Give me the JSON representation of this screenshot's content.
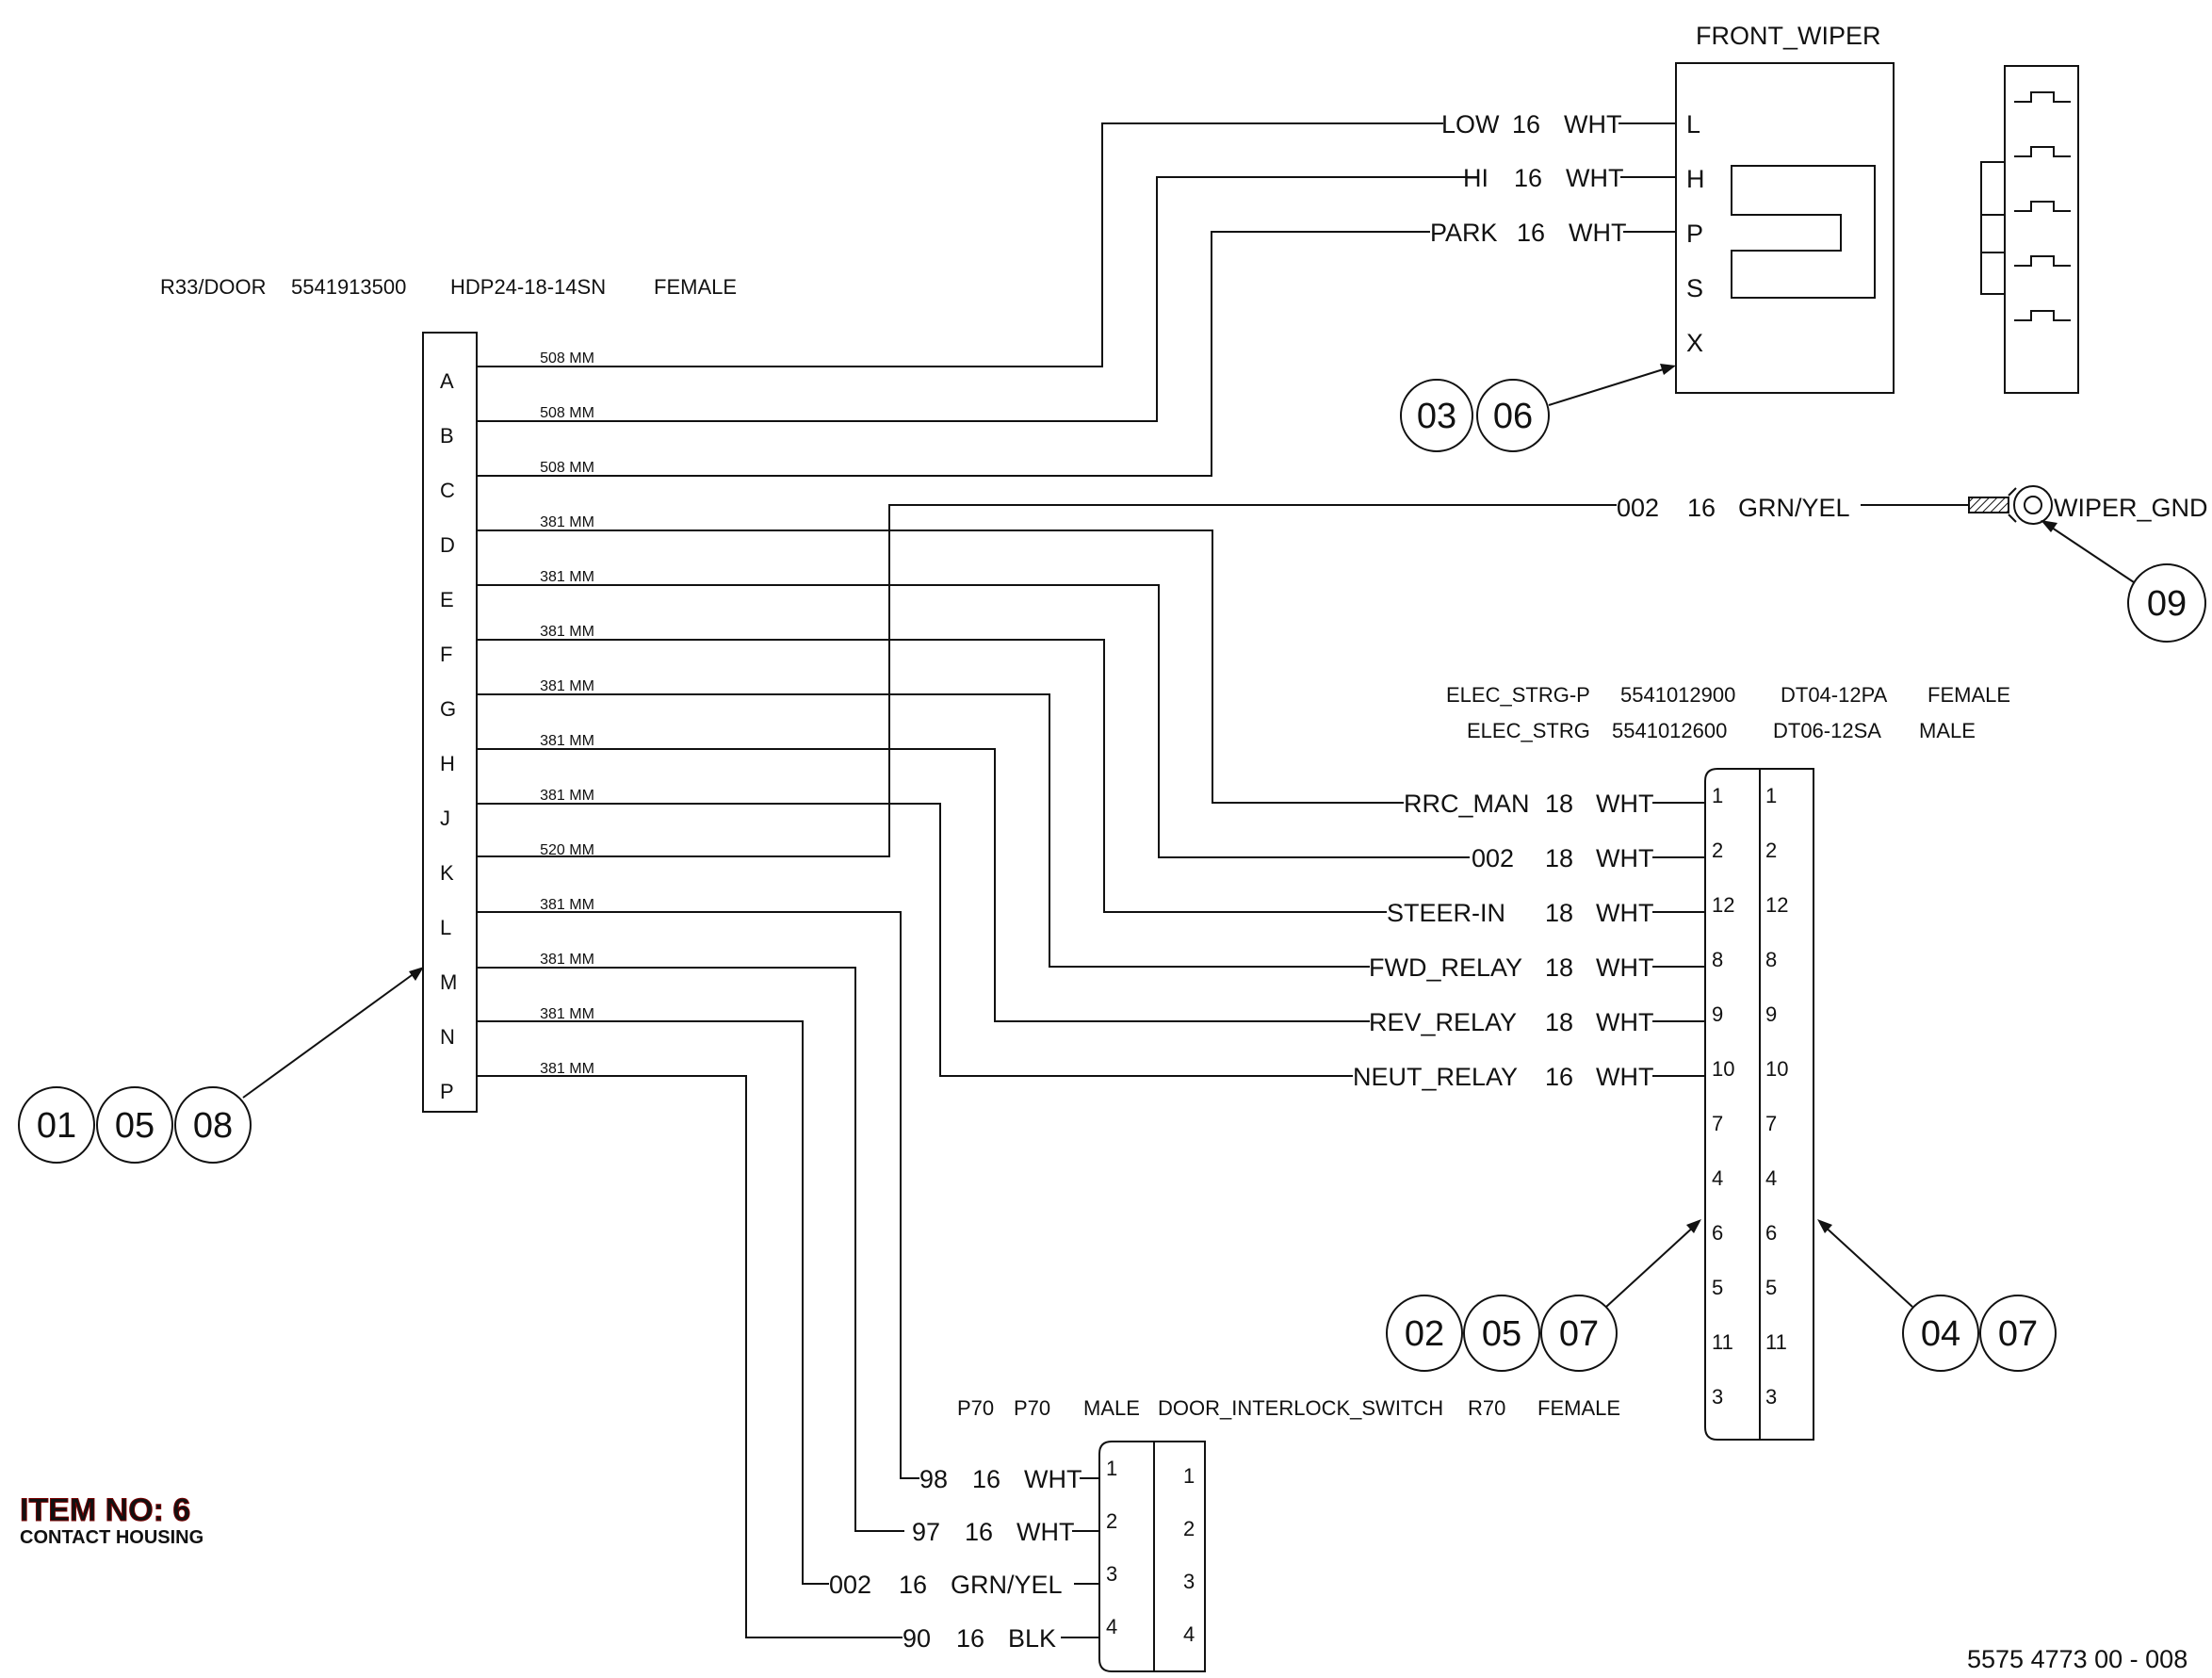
{
  "connectors": {
    "door": {
      "name": "R33/DOOR",
      "part": "5541913500",
      "type": "HDP24-18-14SN",
      "gender": "FEMALE",
      "pins": [
        "A",
        "B",
        "C",
        "D",
        "E",
        "F",
        "G",
        "H",
        "J",
        "K",
        "L",
        "M",
        "N",
        "P"
      ],
      "lengths": [
        "508 MM",
        "508 MM",
        "508 MM",
        "381 MM",
        "381 MM",
        "381 MM",
        "381 MM",
        "381 MM",
        "381 MM",
        "520 MM",
        "381 MM",
        "381 MM",
        "381 MM",
        "381 MM"
      ],
      "callouts": [
        "01",
        "05",
        "08"
      ]
    },
    "wiper": {
      "title": "FRONT_WIPER",
      "pins": [
        "L",
        "H",
        "P",
        "S",
        "X"
      ],
      "callouts": [
        "03",
        "06"
      ]
    },
    "ground": {
      "label": "WIPER_GND",
      "callout": "09"
    },
    "steer_p": {
      "name": "ELEC_STRG-P",
      "part": "5541012900",
      "type": "DT04-12PA",
      "gender": "FEMALE"
    },
    "steer": {
      "name": "ELEC_STRG",
      "part": "5541012600",
      "type": "DT06-12SA",
      "gender": "MALE",
      "pins": [
        "1",
        "2",
        "12",
        "8",
        "9",
        "10",
        "7",
        "4",
        "6",
        "5",
        "11",
        "3"
      ],
      "callouts_left": [
        "02",
        "05",
        "07"
      ],
      "callouts_right": [
        "04",
        "07"
      ]
    },
    "interlock": {
      "name": "P70",
      "part": "P70",
      "gender": "MALE",
      "mate_name": "DOOR_INTERLOCK_SWITCH",
      "mate_part": "R70",
      "mate_gender": "FEMALE",
      "pins": [
        "1",
        "2",
        "3",
        "4"
      ]
    }
  },
  "wires": {
    "wiper": [
      {
        "signal": "LOW",
        "gauge": "16",
        "color": "WHT"
      },
      {
        "signal": "HI",
        "gauge": "16",
        "color": "WHT"
      },
      {
        "signal": "PARK",
        "gauge": "16",
        "color": "WHT"
      }
    ],
    "ground": {
      "signal": "002",
      "gauge": "16",
      "color": "GRN/YEL"
    },
    "steer": [
      {
        "signal": "RRC_MAN",
        "gauge": "18",
        "color": "WHT"
      },
      {
        "signal": "002",
        "gauge": "18",
        "color": "WHT"
      },
      {
        "signal": "STEER-IN",
        "gauge": "18",
        "color": "WHT"
      },
      {
        "signal": "FWD_RELAY",
        "gauge": "18",
        "color": "WHT"
      },
      {
        "signal": "REV_RELAY",
        "gauge": "18",
        "color": "WHT"
      },
      {
        "signal": "NEUT_RELAY",
        "gauge": "16",
        "color": "WHT"
      }
    ],
    "interlock": [
      {
        "signal": "98",
        "gauge": "16",
        "color": "WHT"
      },
      {
        "signal": "97",
        "gauge": "16",
        "color": "WHT"
      },
      {
        "signal": "002",
        "gauge": "16",
        "color": "GRN/YEL"
      },
      {
        "signal": "90",
        "gauge": "16",
        "color": "BLK"
      }
    ]
  },
  "item": {
    "title": "ITEM NO: 6",
    "subtitle": "CONTACT HOUSING"
  },
  "drawing_number": "5575 4773 00 - 008"
}
